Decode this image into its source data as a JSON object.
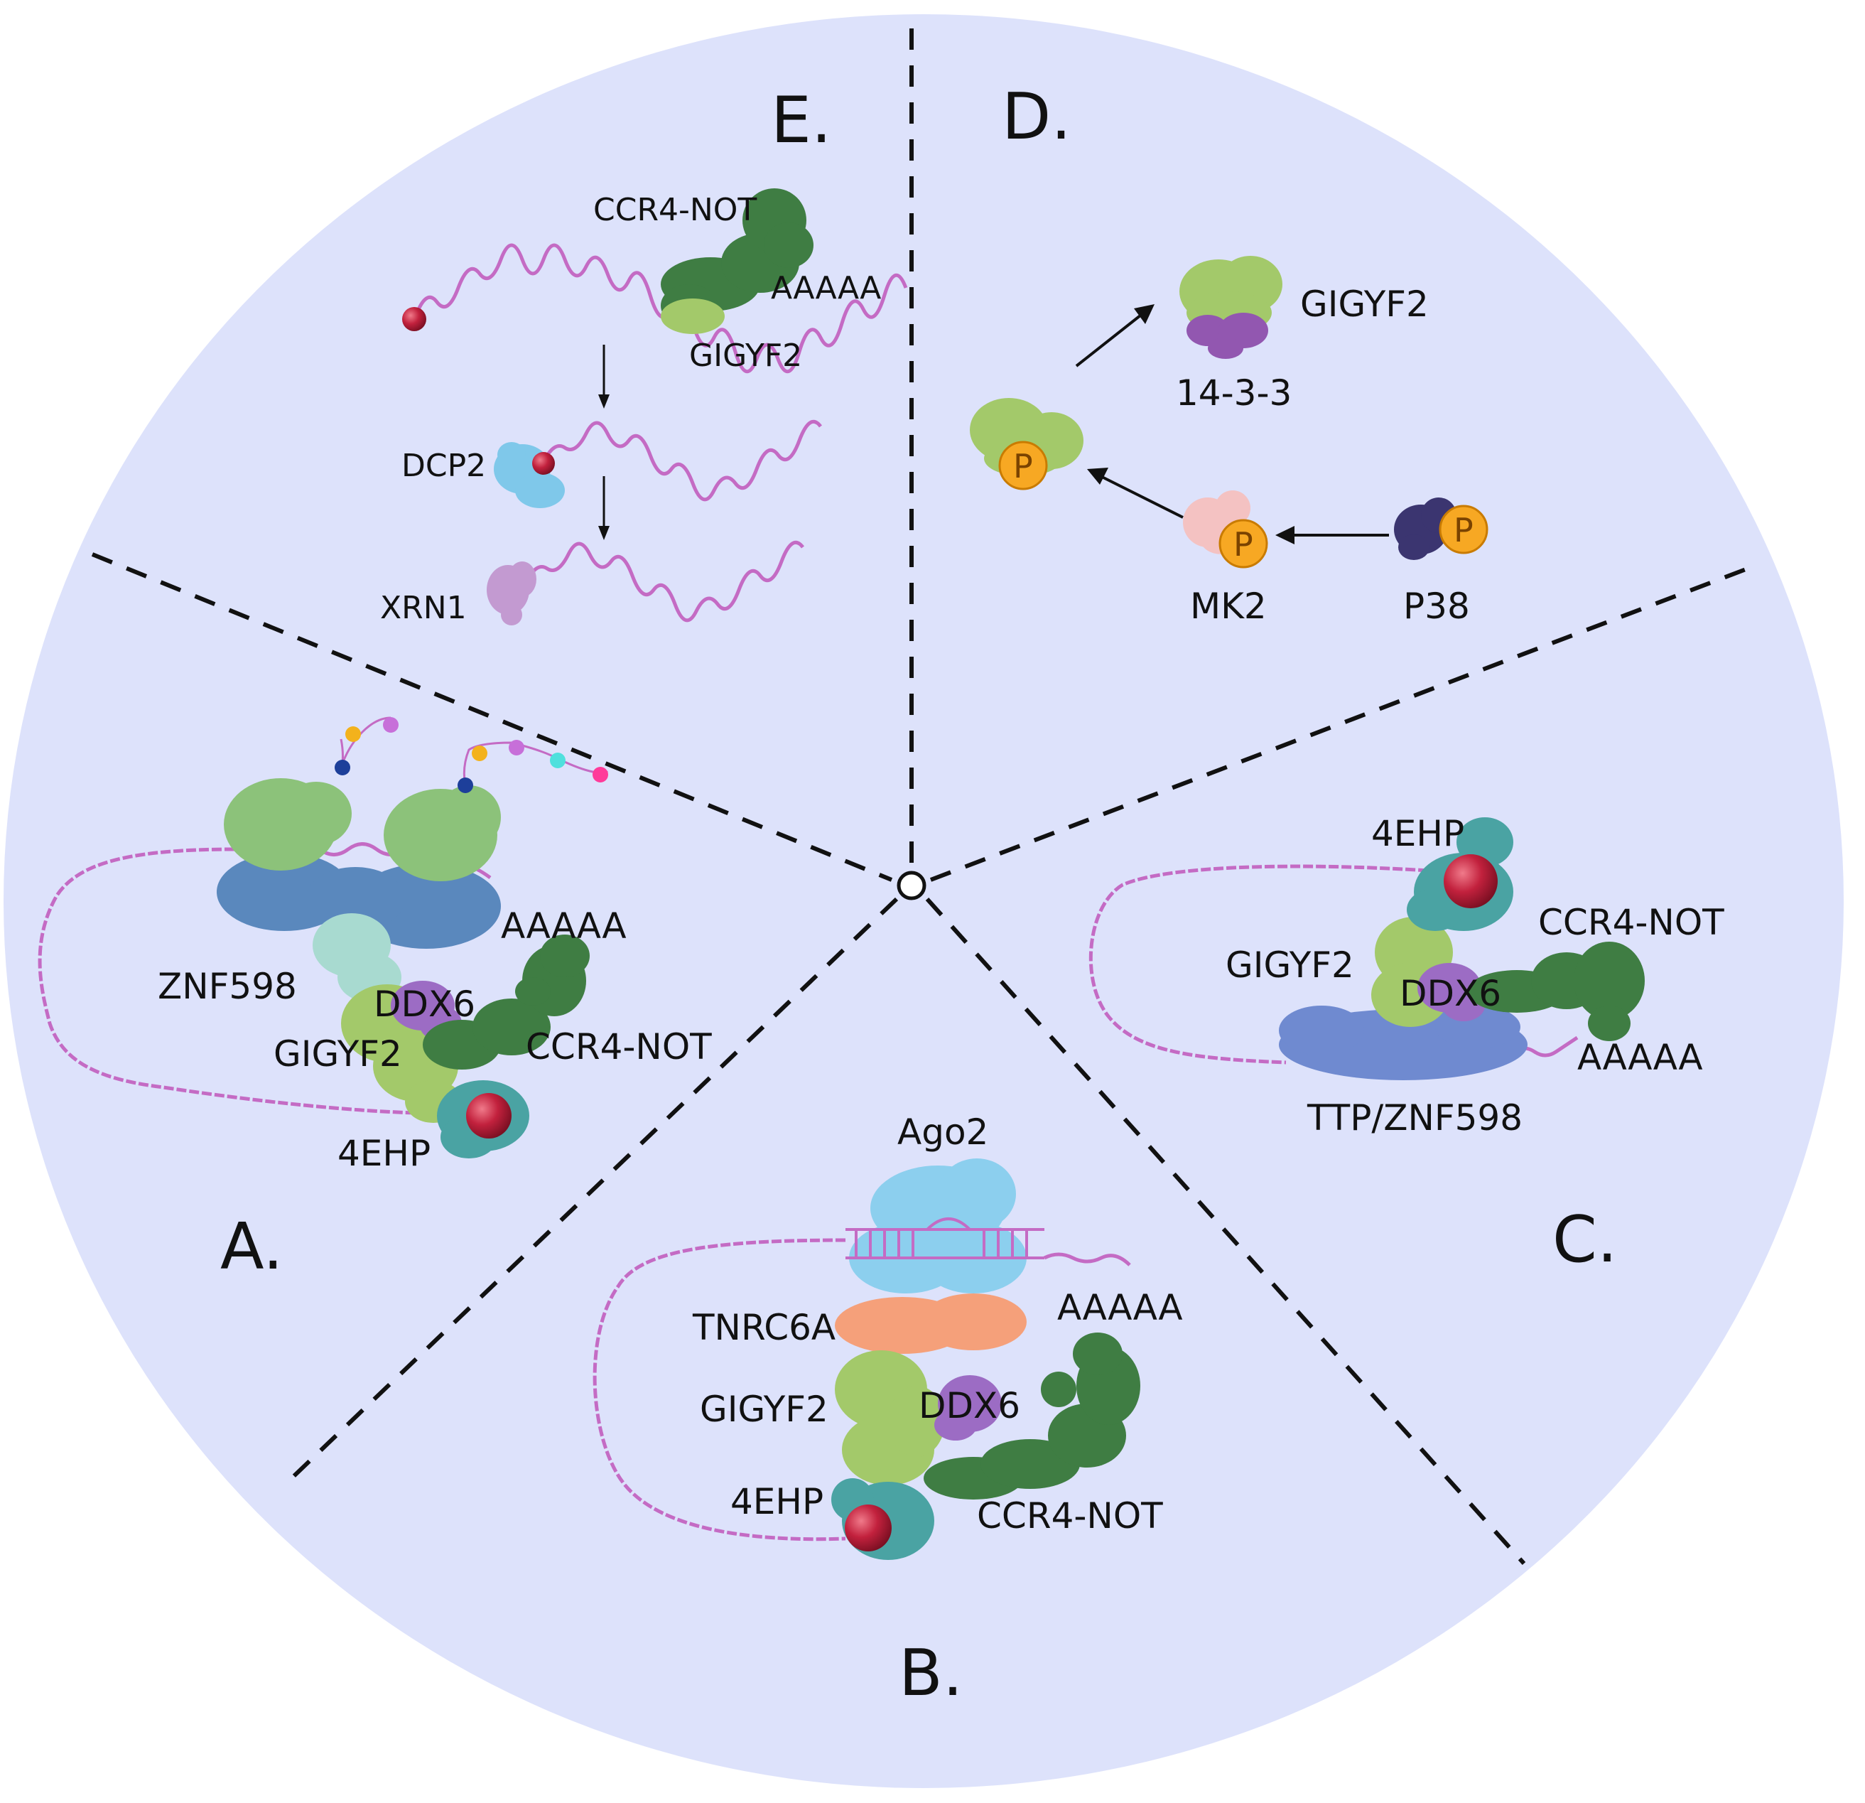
{
  "panels": {
    "A": {
      "letter": "A.",
      "labels": {
        "aaaaa": "AAAAA",
        "znf598": "ZNF598",
        "ddx6": "DDX6",
        "gigyf2": "GIGYF2",
        "ccr4not": "CCR4-NOT",
        "4ehp": "4EHP"
      }
    },
    "B": {
      "letter": "B.",
      "labels": {
        "ago2": "Ago2",
        "aaaaa": "AAAAA",
        "tnrc6a": "TNRC6A",
        "gigyf2": "GIGYF2",
        "ddx6": "DDX6",
        "4ehp": "4EHP",
        "ccr4not": "CCR4-NOT"
      }
    },
    "C": {
      "letter": "C.",
      "labels": {
        "4ehp": "4EHP",
        "ccr4not": "CCR4-NOT",
        "gigyf2": "GIGYF2",
        "ddx6": "DDX6",
        "aaaaa": "AAAAA",
        "ttp": "TTP/ZNF598"
      }
    },
    "D": {
      "letter": "D.",
      "labels": {
        "gigyf2": "GIGYF2",
        "1433": "14-3-3",
        "mk2": "MK2",
        "p38": "P38",
        "phospho": "P"
      }
    },
    "E": {
      "letter": "E.",
      "labels": {
        "ccr4not": "CCR4-NOT",
        "aaaaa": "AAAAA",
        "gigyf2": "GIGYF2",
        "dcp2": "DCP2",
        "xrn1": "XRN1"
      }
    }
  },
  "colors": {
    "background": "#dde2fb",
    "gigyf2": "#a3c96a",
    "ccr4not": "#3f7d43",
    "ddx6": "#9c6cc4",
    "4ehp": "#4aa3a3",
    "cap": "#c2213d",
    "mrna": "#c46bc4",
    "ago2": "#8ccfee",
    "tnrc6a": "#f5a07a",
    "ttp": "#6f8ad0",
    "ribosome_large": "#8cc27a",
    "ribosome_small": "#5a88bd",
    "znf598": "#a8dad0",
    "dcp2": "#7fc8ea",
    "xrn1": "#c39ad1",
    "mk2": "#f4c2c2",
    "p38": "#3b3570",
    "phospho": "#f7a823",
    "14-3-3": "#9257b0"
  }
}
